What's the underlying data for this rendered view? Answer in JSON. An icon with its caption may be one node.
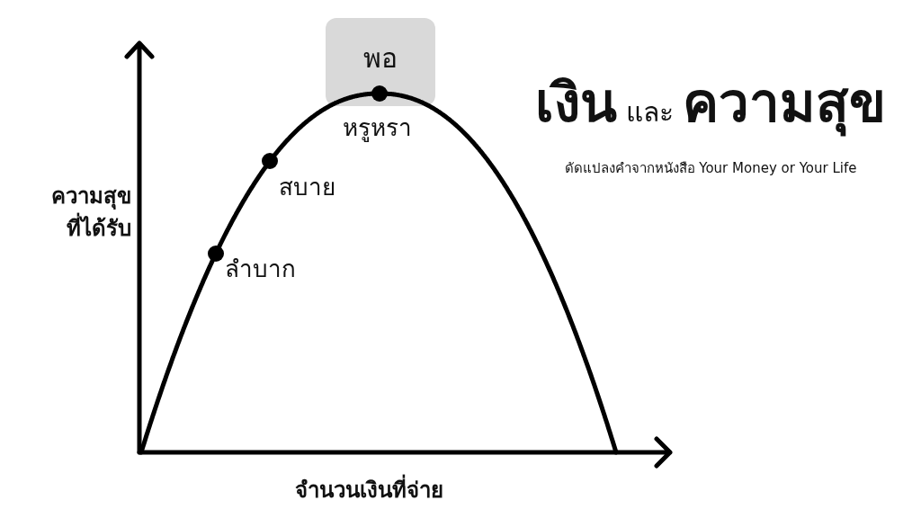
{
  "diagram": {
    "title": "**เงิน** และ **ความสุข**",
    "nodes": [
      {
        "text": [
          "พอ"
        ]
      },
      {
        "text": [],
        "shape": "circle",
        "in": 0,
        "beside": [
          "หรูหรา"
        ]
      },
      {
        "text": [],
        "shape": "circle",
        "beside": [
          "สบาย"
        ]
      },
      {
        "text": [],
        "shape": "circle",
        "beside": [
          "ลำบาก"
        ]
      }
    ],
    "labels": [
      "ดัดแปลงคำจากหนังสือ Your Money or Your Life",
      "ความสุขที่ได้รับ",
      "จำนวนเงินที่จ่าย"
    ]
  }
}
